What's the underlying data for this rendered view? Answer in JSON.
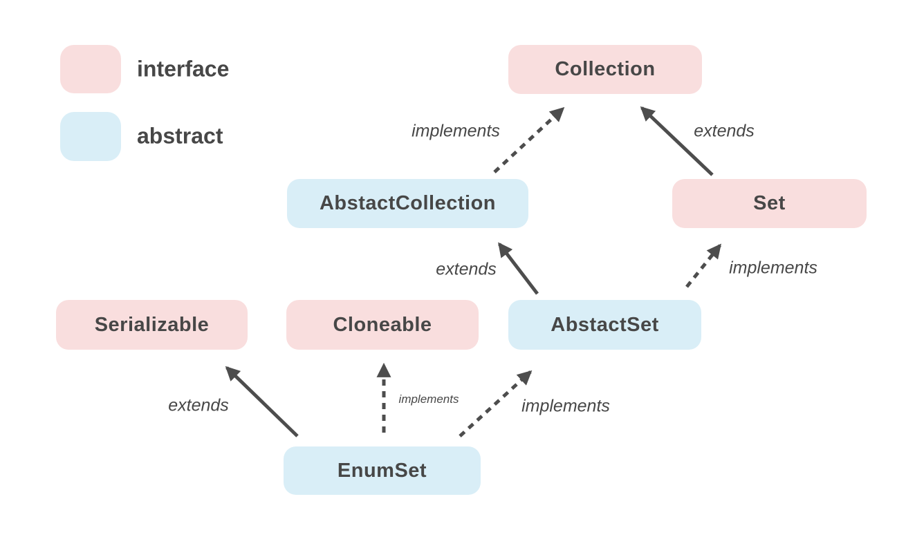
{
  "legend": {
    "items": [
      {
        "label": "interface",
        "type": "interface",
        "color": "#f9dede"
      },
      {
        "label": "abstract",
        "type": "abstract",
        "color": "#d9eef7"
      }
    ]
  },
  "nodes": [
    {
      "id": "collection",
      "label": "Collection",
      "type": "interface"
    },
    {
      "id": "abstact-collection",
      "label": "AbstactCollection",
      "type": "abstract"
    },
    {
      "id": "set",
      "label": "Set",
      "type": "interface"
    },
    {
      "id": "serializable",
      "label": "Serializable",
      "type": "interface"
    },
    {
      "id": "cloneable",
      "label": "Cloneable",
      "type": "interface"
    },
    {
      "id": "abstact-set",
      "label": "AbstactSet",
      "type": "abstract"
    },
    {
      "id": "enum-set",
      "label": "EnumSet",
      "type": "abstract"
    }
  ],
  "edges": [
    {
      "from": "AbstactCollection",
      "to": "Collection",
      "label": "implements",
      "line": "dashed"
    },
    {
      "from": "Set",
      "to": "Collection",
      "label": "extends",
      "line": "solid"
    },
    {
      "from": "AbstactSet",
      "to": "AbstactCollection",
      "label": "extends",
      "line": "solid"
    },
    {
      "from": "AbstactSet",
      "to": "Set",
      "label": "implements",
      "line": "dashed"
    },
    {
      "from": "EnumSet",
      "to": "Serializable",
      "label": "extends",
      "line": "solid"
    },
    {
      "from": "EnumSet",
      "to": "Cloneable",
      "label": "implements",
      "line": "dashed"
    },
    {
      "from": "EnumSet",
      "to": "AbstactSet",
      "label": "implements",
      "line": "dashed"
    }
  ],
  "colors": {
    "interface_fill": "#f9dede",
    "abstract_fill": "#d9eef7",
    "text": "#474747",
    "arrow": "#4d4d4d",
    "background": "#ffffff"
  }
}
